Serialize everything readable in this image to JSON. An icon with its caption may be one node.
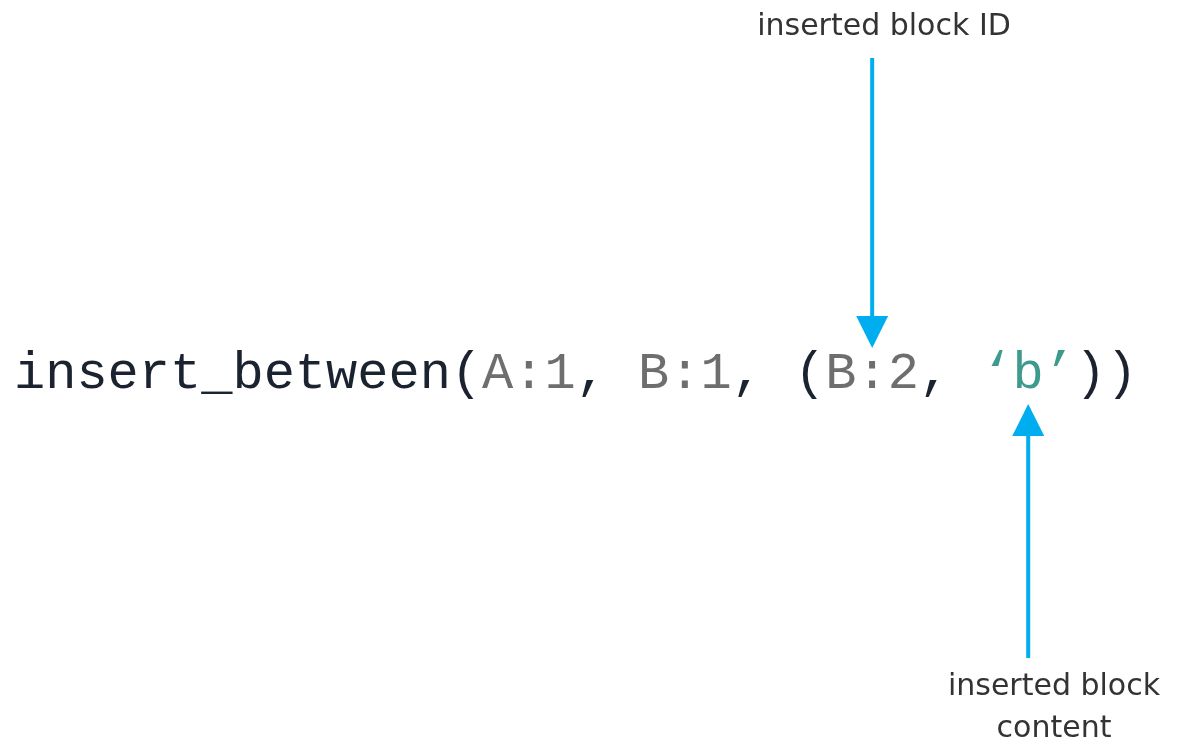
{
  "diagram": {
    "nodes": [
      {
        "text": [
          "inserted block ID"
        ]
      },
      {
        "text": [
          "inserted block content"
        ]
      },
      {
        "text": [
          "B:2"
        ]
      },
      {
        "text": [
          "‘b’"
        ]
      }
    ],
    "edges": [
      {
        "from": 0,
        "to": 2,
        "arrow": "to"
      },
      {
        "from": 1,
        "to": 3,
        "arrow": "to"
      }
    ],
    "labels": [
      "insert_between(",
      "A:1",
      ",",
      "B:1",
      ",",
      "(",
      ",",
      "))"
    ]
  }
}
